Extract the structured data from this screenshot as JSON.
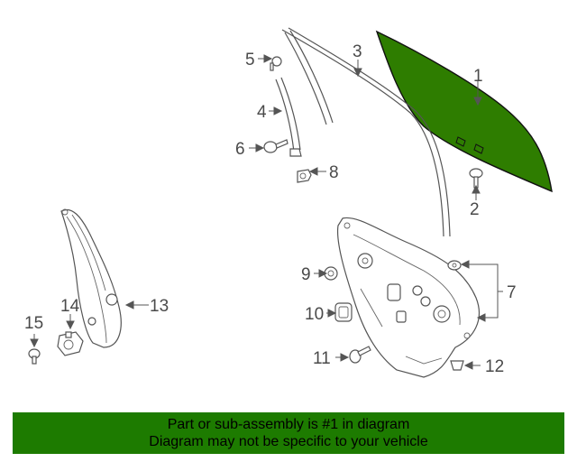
{
  "callouts": {
    "c1": "1",
    "c2": "2",
    "c3": "3",
    "c4": "4",
    "c5": "5",
    "c6": "6",
    "c7": "7",
    "c8": "8",
    "c9": "9",
    "c10": "10",
    "c11": "11",
    "c12": "12",
    "c13": "13",
    "c14": "14",
    "c15": "15"
  },
  "banner": {
    "line1": "Part or sub-assembly is #1 in diagram",
    "line2": "Diagram may not be specific to your vehicle"
  },
  "colors": {
    "highlight_part": "#2e7d00",
    "banner_bg": "#1d7b00"
  }
}
